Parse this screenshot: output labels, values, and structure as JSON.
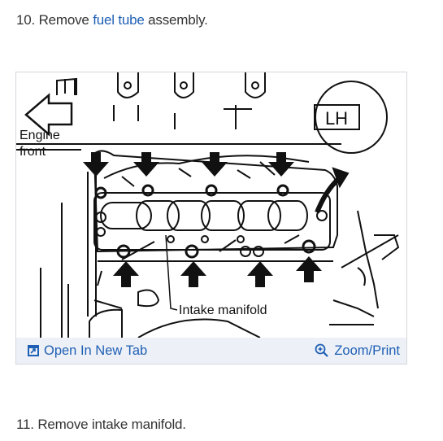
{
  "steps": [
    {
      "number": "10.",
      "before": "Remove",
      "link": "fuel tube",
      "after": "assembly."
    },
    {
      "number": "11.",
      "text": "Remove intake manifold."
    }
  ],
  "figure": {
    "labels": {
      "engine_front_line1": "Engine",
      "engine_front_line2": "front",
      "side_badge": "LH",
      "callout": "Intake manifold"
    },
    "toolbar": {
      "open_tab": "Open In New Tab",
      "zoom_print": "Zoom/Print"
    }
  },
  "colors": {
    "link": "#1f5fb4",
    "toolbar_bg": "#edf1f7"
  },
  "icons": {
    "open_tab": "open-new-tab-icon",
    "zoom_print": "zoom-in-icon"
  }
}
